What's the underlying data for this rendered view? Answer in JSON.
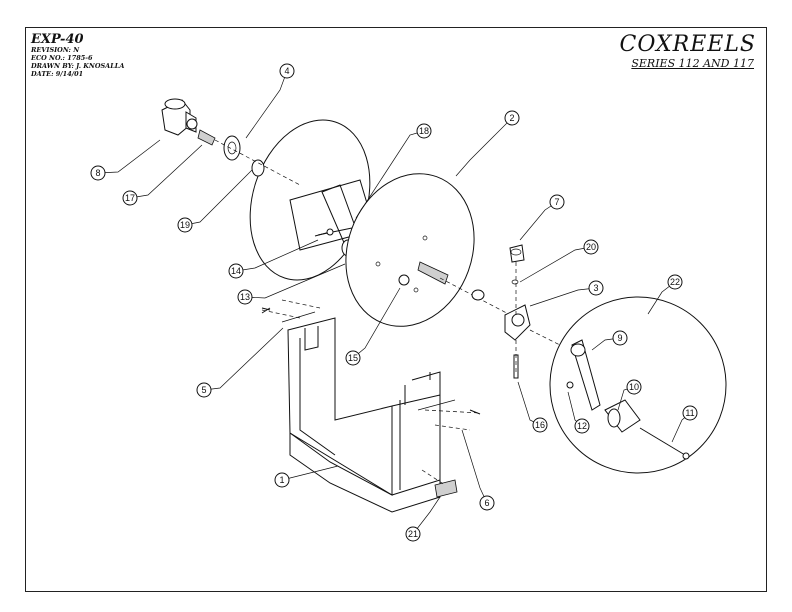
{
  "title_block": {
    "drawing_no": "EXP-40",
    "revision": "REVISION: N",
    "eco": "ECO NO.: 1785-6",
    "drawn_by": "DRAWN BY: J. KNOSALLA",
    "date": "DATE: 9/14/01"
  },
  "brand": {
    "name": "COXREELS",
    "series": "SERIES 112 AND 117"
  },
  "callouts": [
    "1",
    "2",
    "3",
    "4",
    "5",
    "6",
    "7",
    "8",
    "9",
    "10",
    "11",
    "12",
    "13",
    "14",
    "15",
    "16",
    "17",
    "18",
    "19",
    "20",
    "21",
    "22"
  ]
}
